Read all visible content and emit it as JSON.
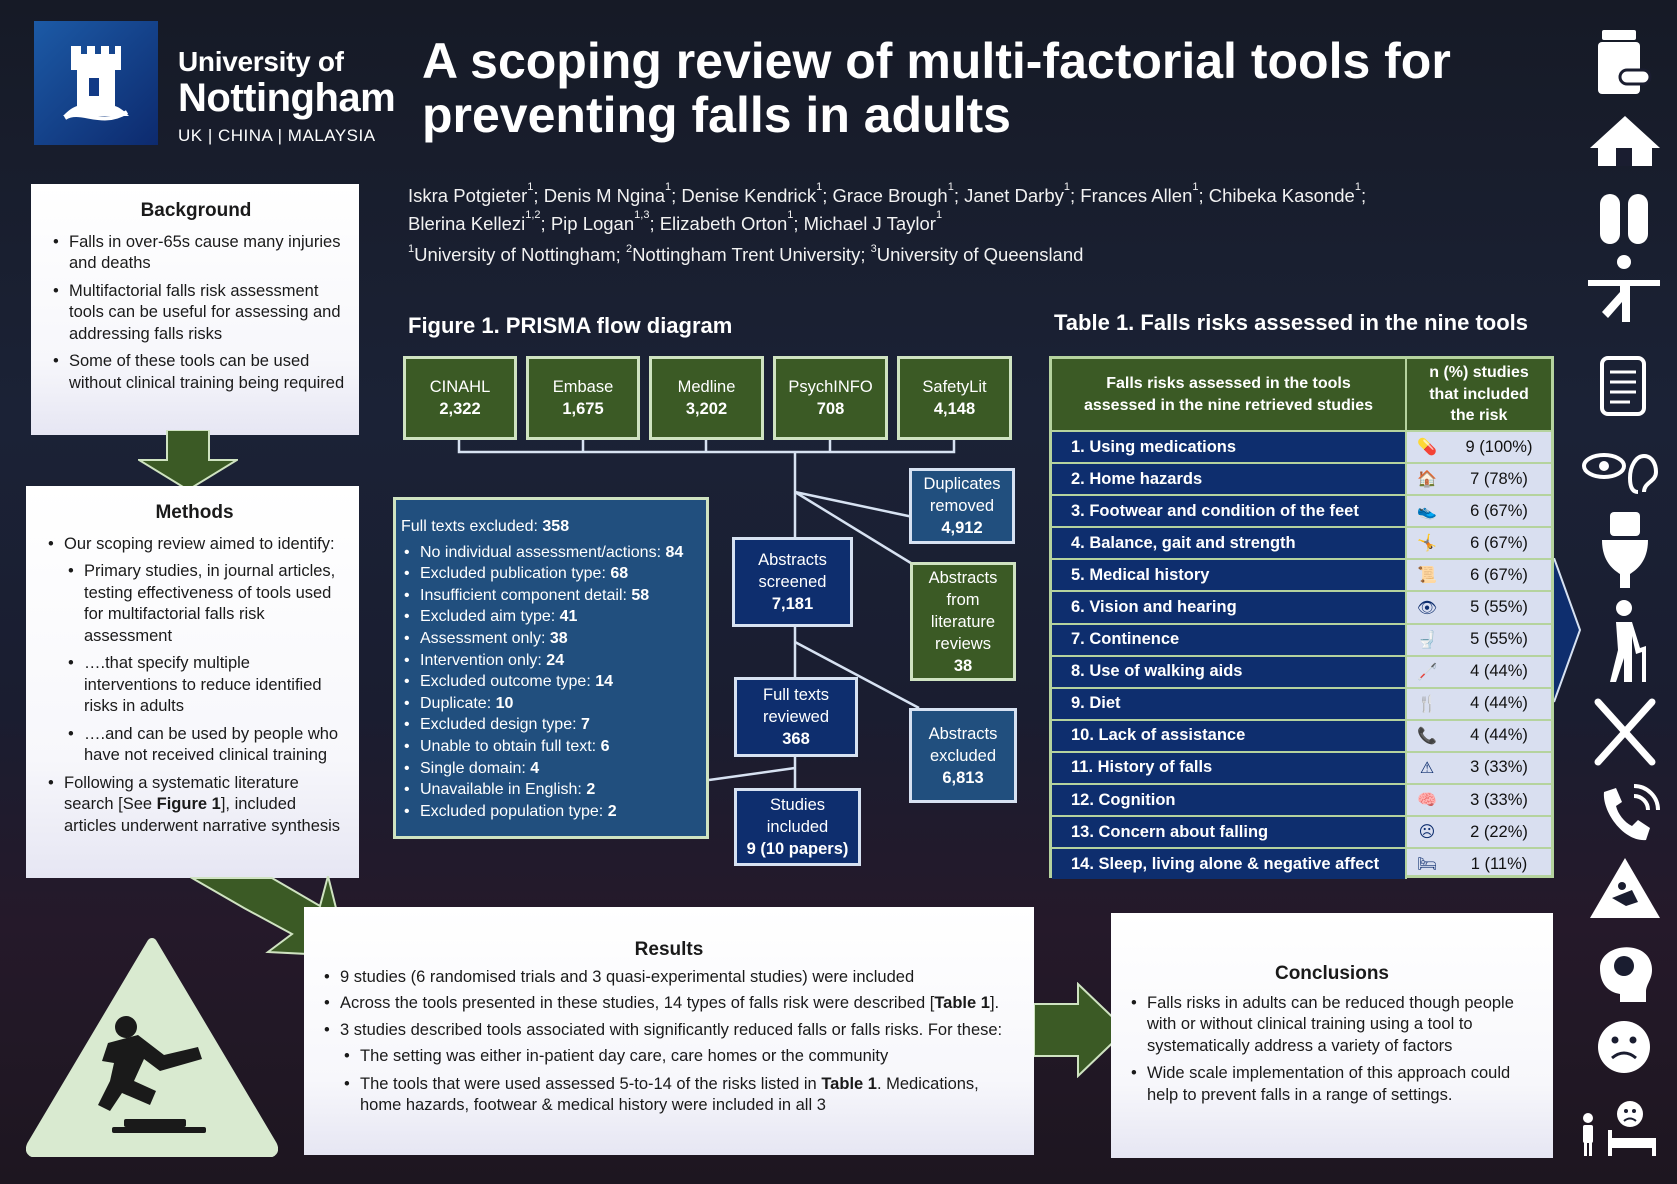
{
  "logo": {
    "line1": "University of",
    "line2": "Nottingham",
    "line3": "UK | CHINA | MALAYSIA"
  },
  "title": "A scoping review of multi-factorial tools for preventing falls in adults",
  "authors": {
    "line1": [
      {
        "name": "Iskra Potgieter",
        "sup": "1"
      },
      {
        "name": "Denis M Ngina",
        "sup": "1"
      },
      {
        "name": "Denise Kendrick",
        "sup": "1"
      },
      {
        "name": "Grace Brough",
        "sup": "1"
      },
      {
        "name": "Janet Darby",
        "sup": "1"
      },
      {
        "name": "Frances Allen",
        "sup": "1"
      },
      {
        "name": "Chibeka Kasonde",
        "sup": "1"
      }
    ],
    "line2": [
      {
        "name": "Blerina Kellezi",
        "sup": "1,2"
      },
      {
        "name": "Pip Logan",
        "sup": "1,3"
      },
      {
        "name": "Elizabeth Orton",
        "sup": "1"
      },
      {
        "name": "Michael J Taylor",
        "sup": "1"
      }
    ]
  },
  "affiliations": [
    {
      "sup": "1",
      "name": "University of Nottingham"
    },
    {
      "sup": "2",
      "name": "Nottingham Trent University"
    },
    {
      "sup": "3",
      "name": "University of Queensland"
    }
  ],
  "background": {
    "heading": "Background",
    "items": [
      "Falls in over-65s cause many injuries and deaths",
      "Multifactorial falls risk assessment tools can be useful for assessing and addressing falls risks",
      "Some of these tools can be used without clinical training being required"
    ]
  },
  "methods": {
    "heading": "Methods",
    "intro": "Our scoping review aimed to identify:",
    "subitems": [
      "Primary studies, in journal articles, testing effectiveness of tools used for multifactorial falls risk assessment",
      "….that specify multiple interventions to reduce identified risks in adults",
      "….and can be used by people who have not received clinical training"
    ],
    "last_pre": "Following a systematic literature search [See ",
    "last_bold": "Figure 1",
    "last_post": "], included articles underwent narrative synthesis"
  },
  "figure": {
    "title": "Figure 1. PRISMA flow diagram",
    "databases": [
      {
        "name": "CINAHL",
        "count": "2,322"
      },
      {
        "name": "Embase",
        "count": "1,675"
      },
      {
        "name": "Medline",
        "count": "3,202"
      },
      {
        "name": "PsychINFO",
        "count": "708"
      },
      {
        "name": "SafetyLit",
        "count": "4,148"
      }
    ],
    "duplicates": {
      "label": "Duplicates removed",
      "count": "4,912"
    },
    "screened": {
      "label": "Abstracts screened",
      "count": "7,181"
    },
    "lit_reviews": {
      "label": "Abstracts from literature reviews",
      "count": "38"
    },
    "abs_excluded": {
      "label": "Abstracts excluded",
      "count": "6,813"
    },
    "full_texts": {
      "label": "Full texts reviewed",
      "count": "368"
    },
    "included": {
      "label": "Studies included",
      "count": "9 (10 papers)"
    },
    "excluded": {
      "label": "Full texts excluded: ",
      "total": "358",
      "reasons": [
        {
          "label": "No individual assessment/actions: ",
          "n": "84"
        },
        {
          "label": "Excluded publication type: ",
          "n": "68"
        },
        {
          "label": "Insufficient component detail: ",
          "n": "58"
        },
        {
          "label": "Excluded aim type: ",
          "n": "41"
        },
        {
          "label": "Assessment only: ",
          "n": "38"
        },
        {
          "label": "Intervention only: ",
          "n": "24"
        },
        {
          "label": "Excluded outcome type: ",
          "n": "14"
        },
        {
          "label": "Duplicate: ",
          "n": "10"
        },
        {
          "label": "Excluded design type: ",
          "n": "7"
        },
        {
          "label": "Unable to obtain full text: ",
          "n": "6"
        },
        {
          "label": "Single domain: ",
          "n": "4"
        },
        {
          "label": "Unavailable in English: ",
          "n": "2"
        },
        {
          "label": "Excluded population type: ",
          "n": "2"
        }
      ]
    }
  },
  "table": {
    "title": "Table 1. Falls risks assessed in the nine tools",
    "header1": "Falls risks assessed in the tools assessed in the nine retrieved studies",
    "header2": "n (%) studies that included the risk",
    "rows": [
      {
        "risk": "1. Using medications",
        "icon": "💊",
        "value": "9 (100%)"
      },
      {
        "risk": "2. Home hazards",
        "icon": "🏠",
        "value": "7 (78%)"
      },
      {
        "risk": "3. Footwear and condition of the feet",
        "icon": "👟",
        "value": "6 (67%)"
      },
      {
        "risk": "4. Balance, gait and strength",
        "icon": "🤸",
        "value": "6 (67%)"
      },
      {
        "risk": "5. Medical history",
        "icon": "📜",
        "value": "6 (67%)"
      },
      {
        "risk": "6. Vision and hearing",
        "icon": "👁",
        "value": "5 (55%)"
      },
      {
        "risk": "7. Continence",
        "icon": "🚽",
        "value": "5 (55%)"
      },
      {
        "risk": "8. Use of walking aids",
        "icon": "🦯",
        "value": "4 (44%)"
      },
      {
        "risk": "9. Diet",
        "icon": "🍴",
        "value": "4 (44%)"
      },
      {
        "risk": "10. Lack of assistance",
        "icon": "📞",
        "value": "4 (44%)"
      },
      {
        "risk": "11. History of falls",
        "icon": "⚠",
        "value": "3 (33%)"
      },
      {
        "risk": "12. Cognition",
        "icon": "🧠",
        "value": "3 (33%)"
      },
      {
        "risk": "13. Concern about falling",
        "icon": "☹",
        "value": "2 (22%)"
      },
      {
        "risk": "14. Sleep, living alone & negative affect",
        "icon": "🛏",
        "value": "1 (11%)"
      }
    ]
  },
  "results": {
    "heading": "Results",
    "item1": "9 studies (6 randomised trials and 3 quasi-experimental studies) were included",
    "item2_pre": "Across the tools presented in these studies, 14 types of falls risk were described [",
    "item2_bold": "Table 1",
    "item2_post": "].",
    "item3": "3 studies described tools associated with significantly reduced falls or falls risks. For these:",
    "sub1": "The setting was either in-patient day care, care homes or the community",
    "sub2_pre": "The tools that were used assessed 5-to-14 of the risks listed in ",
    "sub2_bold": "Table 1",
    "sub2_post": ". Medications, home hazards, footwear & medical history were included in all 3"
  },
  "conclusions": {
    "heading": "Conclusions",
    "items": [
      "Falls risks in adults can be reduced though people with or without clinical training using a tool to systematically address a variety of factors",
      "Wide scale implementation of this approach could help to prevent falls in a range of settings."
    ]
  },
  "side_icons": [
    "medication-icon",
    "house-icon",
    "footprints-icon",
    "balance-person-icon",
    "scroll-icon",
    "eye-ear-icon",
    "toilet-icon",
    "walking-cane-icon",
    "knife-fork-icon",
    "phone-icon",
    "falling-warning-icon",
    "brain-icon",
    "sad-face-icon",
    "person-bed-icon"
  ],
  "colors": {
    "green": "#3b5a25",
    "navy": "#0e2e6e",
    "steel": "#214f7e",
    "light_green": "#cfe3c1",
    "triangle": "#d9ead0"
  }
}
